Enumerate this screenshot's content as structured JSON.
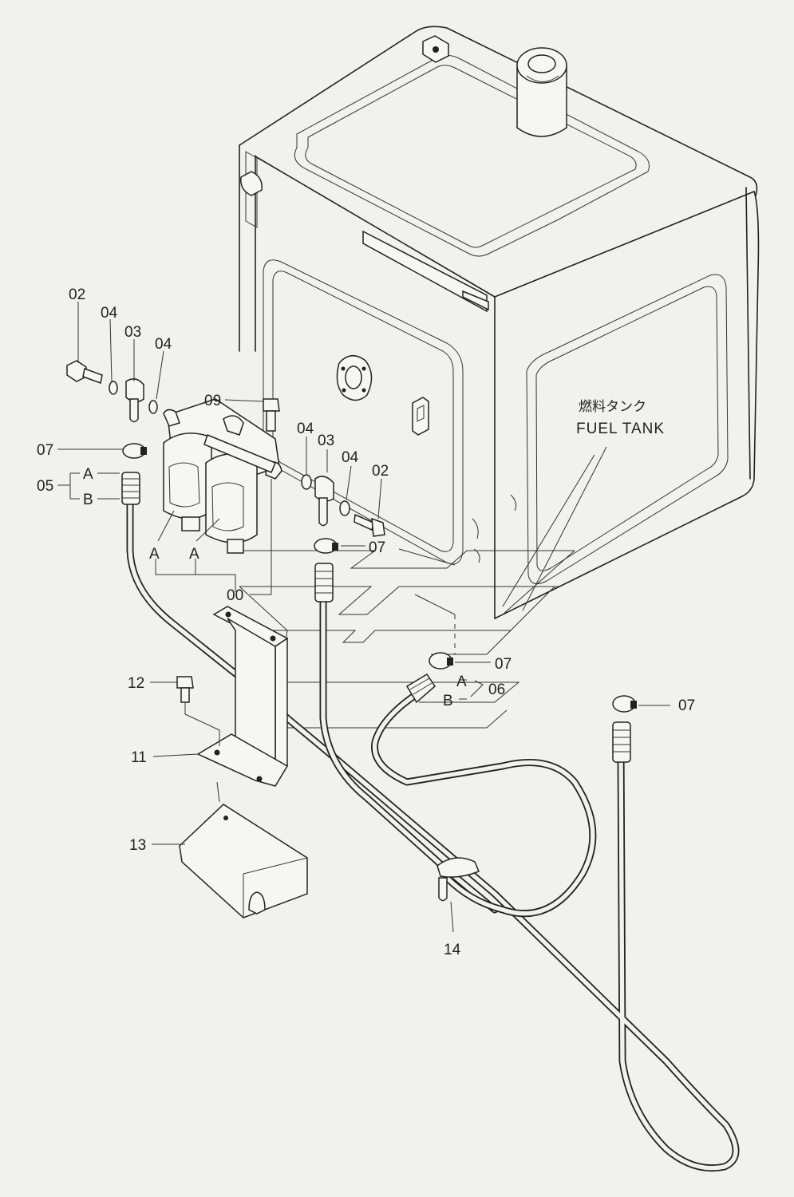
{
  "tank": {
    "name_jp": "燃料タンク",
    "name_en": "FUEL TANK"
  },
  "labels": {
    "p00": "00",
    "p02": "02",
    "p03": "03",
    "p04": "04",
    "p05": "05",
    "p06": "06",
    "p07": "07",
    "p09": "09",
    "p11": "11",
    "p12": "12",
    "p13": "13",
    "p14": "14",
    "a": "A",
    "b": "B"
  }
}
